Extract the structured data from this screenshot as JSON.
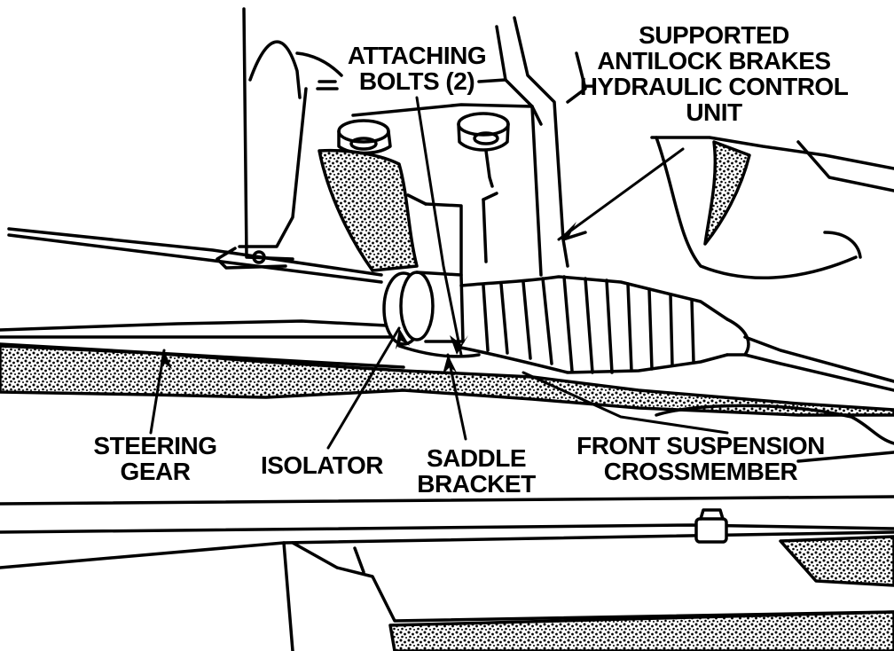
{
  "labels": {
    "attaching_bolts": [
      "ATTACHING",
      "BOLTS (2)"
    ],
    "hcu": [
      "SUPPORTED",
      "ANTILOCK BRAKES",
      "HYDRAULIC CONTROL",
      "UNIT"
    ],
    "steering_gear": [
      "STEERING",
      "GEAR"
    ],
    "isolator": [
      "ISOLATOR"
    ],
    "saddle_bracket": [
      "SADDLE",
      "BRACKET"
    ],
    "crossmember": [
      "FRONT SUSPENSION",
      "CROSSMEMBER"
    ]
  },
  "colors": {
    "ink": "#000000",
    "paper": "#ffffff"
  }
}
